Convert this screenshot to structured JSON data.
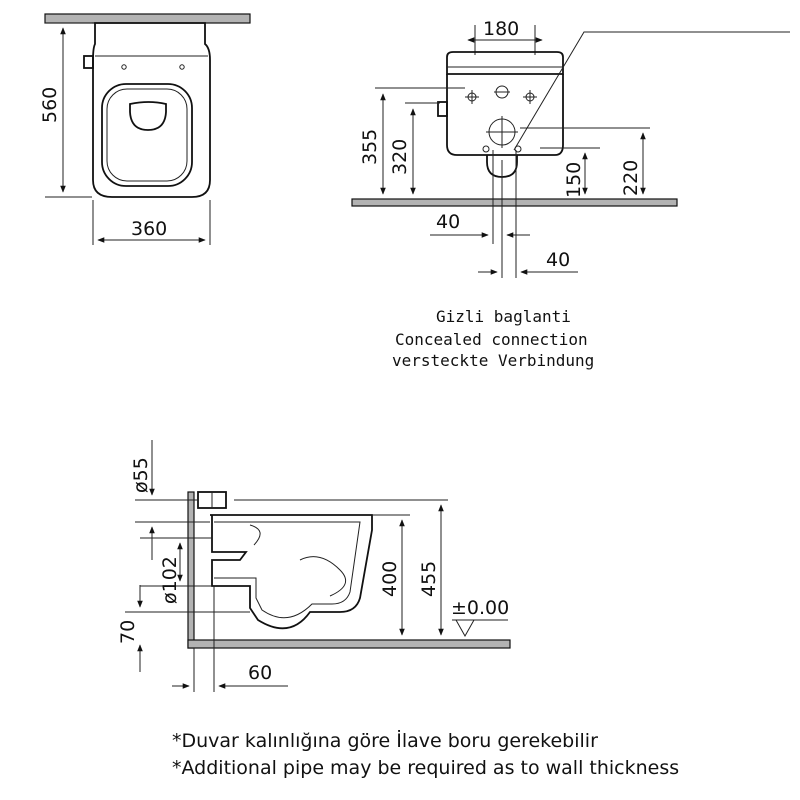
{
  "top_view": {
    "depth_label": "560",
    "width_label": "360"
  },
  "front_view": {
    "top_width_label": "180",
    "height_355": "355",
    "height_320": "320",
    "height_150": "150",
    "height_220": "220",
    "offset_left": "40",
    "offset_right": "40"
  },
  "connection_note": {
    "line_tr": "Gizli  baglanti",
    "line_en": "Concealed  connection",
    "line_de": "versteckte  Verbindung"
  },
  "side_view": {
    "diam_55": "ø55",
    "diam_102": "ø102",
    "dim_70": "70",
    "dim_400": "400",
    "dim_455": "455",
    "level": "±0.00",
    "dim_60": "60"
  },
  "footnotes": {
    "tr": "*Duvar kalınlığına göre İlave boru gerekebilir",
    "en": "*Additional pipe may be required as to wall thickness"
  }
}
